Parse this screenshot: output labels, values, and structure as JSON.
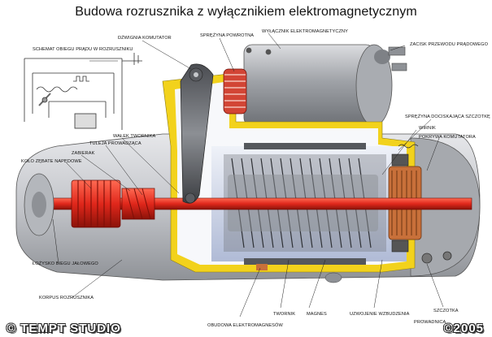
{
  "title": "Budowa rozrusznika z wyłącznikiem elektromagnetycznym",
  "labels": {
    "schemat": "SCHEMAT OBIEGU PRĄDU W ROZRUSZNIKU",
    "dzwignia": "DŹWIGNIA KOMUTATOR",
    "sprezyna_powrotna": "SPRĘŻYNA POWROTNA",
    "wylacznik": "WYŁĄCZNIK ELEKTROMAGNETYCZNY",
    "zacisk": "ZACISK PRZEWODU PRĄDOWEGO",
    "sprezyna_docisk": "SPRĘŻYNA DOCISKAJĄCA SZCZOTKĘ",
    "wirnik": "WIRNIK",
    "pokrywa": "POKRYWA KOMUTATORA",
    "walek": "WAŁEK TWORNIKA",
    "tuleja": "TULEJA PROWADZĄCA",
    "zabierak": "ZABIERAK",
    "kolo": "KOŁO ZĘBATE NAPĘDOWE",
    "lozysko": "ŁOŻYSKO BIEGU JAŁOWEGO",
    "korpus": "KORPUS ROZRUSZNIKA",
    "obudowa": "OBUDOWA ELEKTROMAGNESÓW",
    "twornik": "TWORNIK",
    "magnes": "MAGNES",
    "uzwojenie": "UZWOJENIE WZBUDZENIA",
    "szczotka": "SZCZOTKA",
    "prowadnica": "PROWADNICA"
  },
  "footer": {
    "brand": "© TEMPT STUDIO",
    "year": "©2005"
  },
  "colors": {
    "housing": "#c9cbcf",
    "housing_dark": "#8e9196",
    "yellow": "#f2d21c",
    "red": "#e0271b",
    "copper": "#c8703a",
    "blue_shade": "#b9c4de"
  }
}
